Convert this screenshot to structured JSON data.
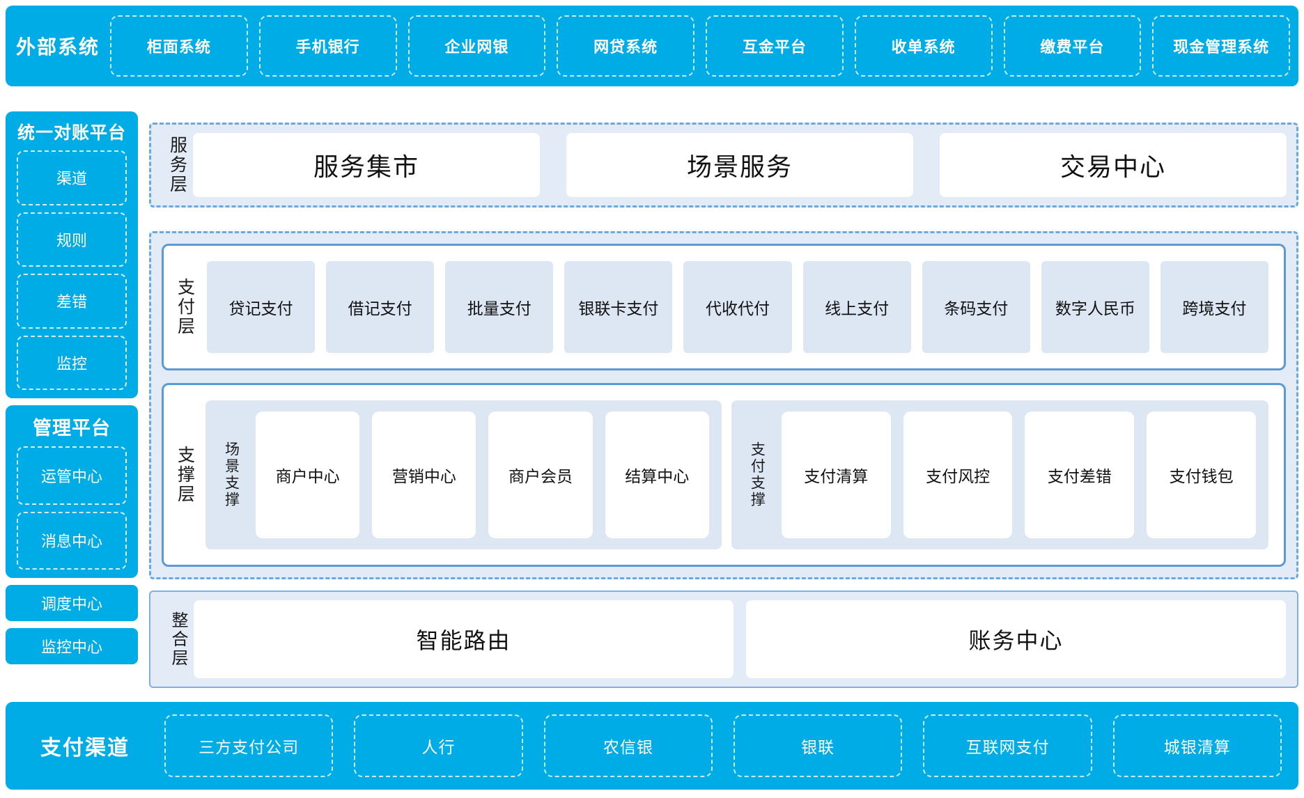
{
  "external": {
    "title": "外部系统",
    "items": [
      "柜面系统",
      "手机银行",
      "企业网银",
      "网贷系统",
      "互金平台",
      "收单系统",
      "缴费平台",
      "现金管理系统"
    ]
  },
  "sidebar": {
    "recon": {
      "title": "统一对账平台",
      "items": [
        "渠道",
        "规则",
        "差错",
        "监控"
      ]
    },
    "management": {
      "title": "管理平台",
      "items": [
        "运管中心",
        "消息中心"
      ]
    },
    "standalone": [
      "调度中心",
      "监控中心"
    ]
  },
  "service_layer": {
    "label": "服务层",
    "cards": [
      "服务集市",
      "场景服务",
      "交易中心"
    ]
  },
  "payment_layer": {
    "label": "支付层",
    "tiles": [
      "贷记支付",
      "借记支付",
      "批量支付",
      "银联卡支付",
      "代收代付",
      "线上支付",
      "条码支付",
      "数字人民币",
      "跨境支付"
    ]
  },
  "support_layer": {
    "label": "支撑层",
    "groups": [
      {
        "label": "场景支撑",
        "cards": [
          "商户中心",
          "营销中心",
          "商户会员",
          "结算中心"
        ]
      },
      {
        "label": "支付支撑",
        "cards": [
          "支付清算",
          "支付风控",
          "支付差错",
          "支付钱包"
        ]
      }
    ]
  },
  "integration_layer": {
    "label": "整合层",
    "cards": [
      "智能路由",
      "账务中心"
    ]
  },
  "channels": {
    "title": "支付渠道",
    "items": [
      "三方支付公司",
      "人行",
      "农信银",
      "银联",
      "互联网支付",
      "城银清算"
    ]
  },
  "colors": {
    "brand_cyan": "#00ace5",
    "panel_blue_border": "#5b9bd5",
    "dashed_border": "#6aa9e0",
    "light_panel_bg": "#e3ebf6",
    "tile_bg": "#dde7f3"
  }
}
